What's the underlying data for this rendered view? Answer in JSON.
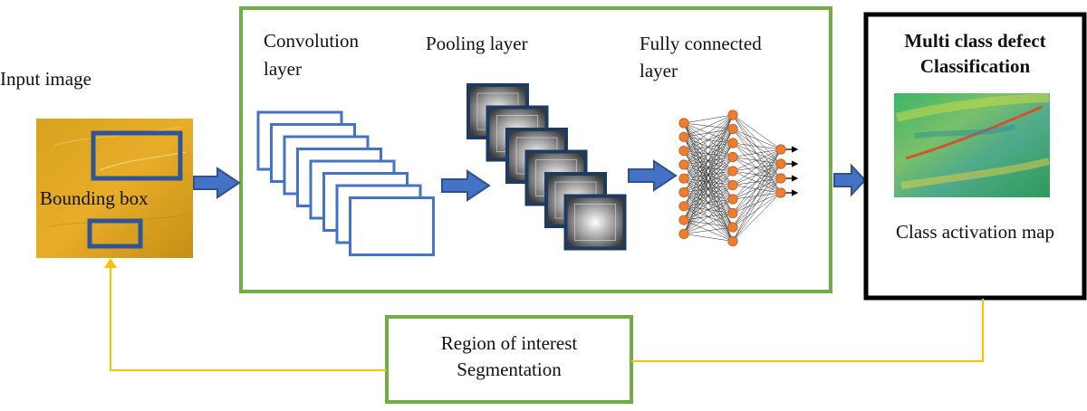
{
  "input": {
    "title": "Input image",
    "bbox_label": "Bounding box"
  },
  "cnn": {
    "conv_line1": "Convolution",
    "conv_line2": "layer",
    "pool_label": "Pooling layer",
    "fc_line1": "Fully connected",
    "fc_line2": "layer"
  },
  "output": {
    "title_line1": "Multi class defect",
    "title_line2": "Classification",
    "caption": "Class activation map"
  },
  "roi": {
    "line1": "Region of interest",
    "line2": "Segmentation"
  },
  "colors": {
    "cnn_border": "#70ad47",
    "arrow_fill": "#4472c4",
    "arrow_stroke": "#2f528f",
    "feedback_line": "#ffc000",
    "neuron": "#ed7d31",
    "conv_border": "#4472c4",
    "bbox_border": "#2f5597"
  }
}
